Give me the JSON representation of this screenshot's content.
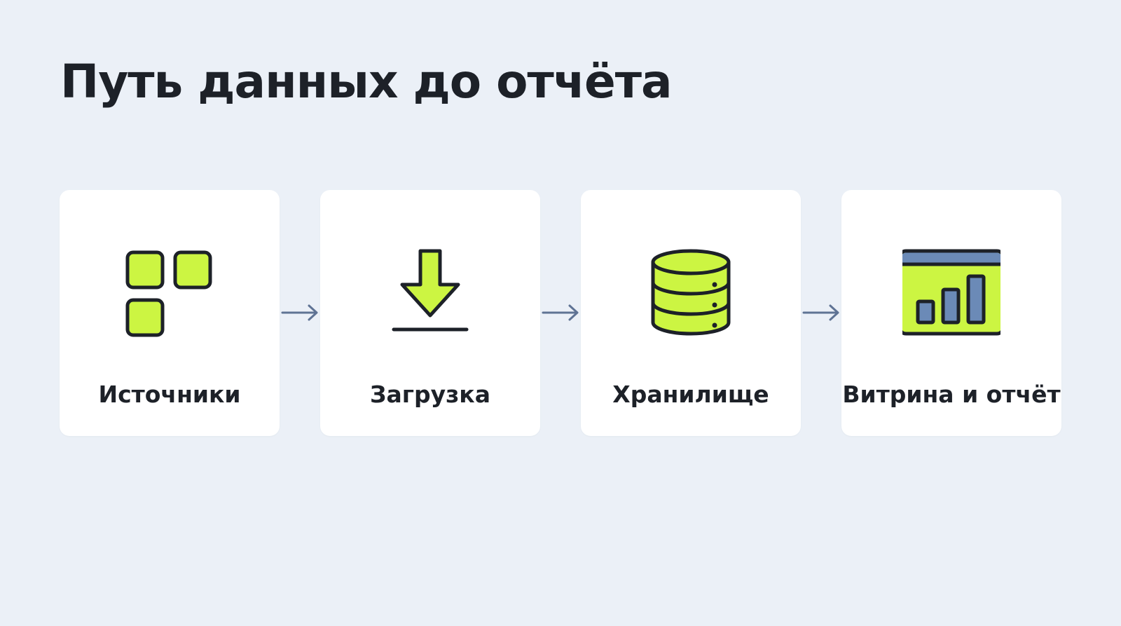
{
  "title": "Путь данных до отчёта",
  "colors": {
    "background": "#ebf0f7",
    "card": "#ffffff",
    "icon_fill": "#ccf542",
    "icon_stroke": "#1d2128",
    "accent_blue": "#6b8ab7",
    "arrow": "#5f7394",
    "text": "#1d2128"
  },
  "steps": [
    {
      "label": "Источники",
      "icon": "blocks-icon"
    },
    {
      "label": "Загрузка",
      "icon": "download-icon"
    },
    {
      "label": "Хранилище",
      "icon": "database-icon"
    },
    {
      "label": "Витрина и отчёт",
      "icon": "dashboard-chart-icon"
    }
  ]
}
